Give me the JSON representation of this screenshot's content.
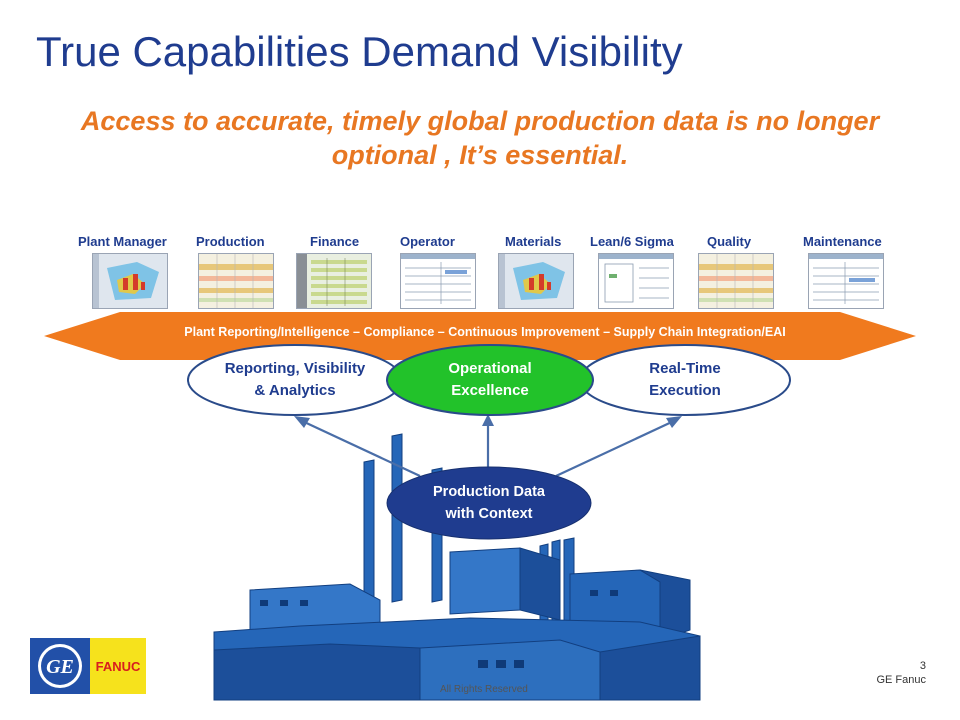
{
  "slide": {
    "title": "True Capabilities Demand Visibility",
    "subtitle_line1": "Access  to accurate, timely global production data is no longer",
    "subtitle_line2": "optional , It’s essential."
  },
  "roles": [
    {
      "label": "Plant Manager",
      "screen": "map-screenshot"
    },
    {
      "label": "Production",
      "screen": "grid-screenshot"
    },
    {
      "label": "Finance",
      "screen": "spreadsheet-screenshot"
    },
    {
      "label": "Operator",
      "screen": "form-screenshot"
    },
    {
      "label": "Materials",
      "screen": "map-screenshot"
    },
    {
      "label": "Lean/6 Sigma",
      "screen": "form-screenshot"
    },
    {
      "label": "Quality",
      "screen": "grid-screenshot"
    },
    {
      "label": "Maintenance",
      "screen": "form-screenshot"
    }
  ],
  "banner": {
    "text": "Plant Reporting/Intelligence  – Compliance – Continuous Improvement – Supply Chain Integration/EAI",
    "color": "#f07a1e"
  },
  "bubbles": {
    "reporting": {
      "line1": "Reporting, Visibility",
      "line2": "& Analytics"
    },
    "operational": {
      "line1": "Operational",
      "line2": "Excellence",
      "color": "#22c22a"
    },
    "realtime": {
      "line1": "Real-Time",
      "line2": "Execution"
    },
    "production": {
      "line1": "Production Data",
      "line2": "with Context",
      "color": "#1f3c8f"
    }
  },
  "footer": {
    "logo_ge": "GE",
    "logo_fanuc": "FANUC",
    "rights": "All Rights Reserved",
    "page_number": "3",
    "company": "GE Fanuc"
  },
  "colors": {
    "title": "#1f3c8f",
    "subtitle": "#e87722",
    "factory": "#2566b8"
  }
}
